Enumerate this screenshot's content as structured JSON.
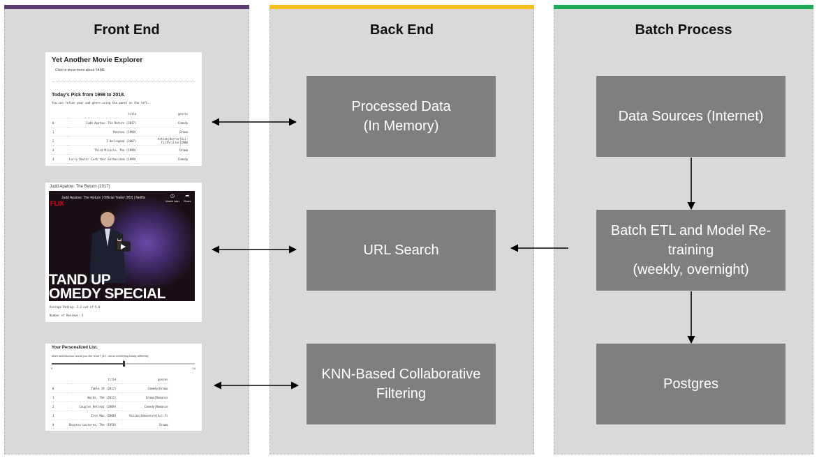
{
  "colors": {
    "panel_bg": "#d9d9d9",
    "box_bg": "#7f7f7f",
    "frontend_accent": "#5c3a6f",
    "backend_accent": "#f5c01b",
    "batch_accent": "#1aaa55"
  },
  "columns": {
    "front_end": {
      "title": "Front End"
    },
    "back_end": {
      "title": "Back End",
      "boxes": [
        {
          "lines": [
            "Processed Data",
            "(In Memory)"
          ]
        },
        {
          "lines": [
            "URL Search"
          ]
        },
        {
          "lines": [
            "KNN-Based Collaborative",
            "Filtering"
          ]
        }
      ]
    },
    "batch_process": {
      "title": "Batch Process",
      "boxes": [
        {
          "lines": [
            "Data Sources (Internet)"
          ]
        },
        {
          "lines": [
            "Batch ETL and Model Re-",
            "training",
            "(weekly, overnight)"
          ]
        },
        {
          "lines": [
            "Postgres"
          ]
        }
      ]
    }
  },
  "screenshots": {
    "explorer": {
      "title": "Yet Another Movie Explorer",
      "subtitle": "Click to know more about YAME",
      "heading": "Today's Pick from 1998 to 2018.",
      "note": "You can refine year and genre using the panel on the left.",
      "headers": [
        "",
        "title",
        "genres"
      ],
      "rows": [
        [
          "0",
          "Judd Apatow: The Return (2017)",
          "Comedy"
        ],
        [
          "1",
          "Pokrovo (1999)",
          "Drama"
        ],
        [
          "2",
          "I Am Legend (2007)",
          "Action|Horror|Sci-Fi|Thriller|IMAX"
        ],
        [
          "3",
          "Third Miracle, The (1999)",
          "Drama"
        ],
        [
          "4",
          "Larry David: Curb Your Enthusiasm (1999)",
          "Comedy"
        ]
      ]
    },
    "video": {
      "caption": "Judd Apatow: The Return (2017)",
      "video_title": "Judd Apatow: The Return | Official Trailer [HD] | Netflix",
      "logo": "FLIX",
      "watch_later": "Watch later",
      "share": "Share",
      "overlay_line1": "TAND UP",
      "overlay_line2": "OMEDY SPECIAL",
      "rating": "Average Rating:  3.3 out of 5.0",
      "reviews": "Number of Reviews: 3"
    },
    "personalized": {
      "title": "Your Personalized List.",
      "note": "More adventurous would you like to be? (10 - show something totally different)",
      "slider": {
        "min": "0",
        "max": "10",
        "value": "5",
        "fraction": 0.5
      },
      "headers": [
        "",
        "title",
        "genres"
      ],
      "rows": [
        [
          "0",
          "Table 19 (2017)",
          "Comedy|Drama"
        ],
        [
          "1",
          "Words, The (2012)",
          "Drama|Romance"
        ],
        [
          "2",
          "Couples Retreat (2009)",
          "Comedy|Romance"
        ],
        [
          "3",
          "Iron Man (2008)",
          "Action|Adventure|Sci-Fi"
        ],
        [
          "4",
          "Boynton Lectures, The (1950)",
          "Drama"
        ]
      ]
    }
  }
}
